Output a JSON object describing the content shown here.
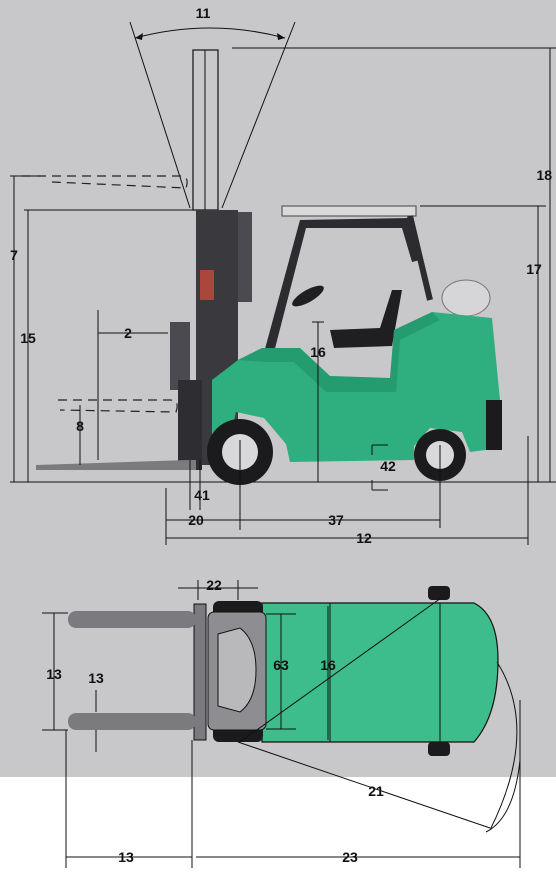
{
  "colors": {
    "upper_bg": "#c8c8ca",
    "lower_bg": "#ffffff",
    "body_green": "#2fae7f",
    "body_green_dark": "#1f8f66",
    "topview_green": "#3dbd8c",
    "mast_dark": "#3a3a3e",
    "fork_gray": "#7b7b7f",
    "tire_black": "#1b1b1d",
    "line": "#111111"
  },
  "side_view": {
    "labels": {
      "overall_height_extended": "18",
      "tilt_angle": "11",
      "overall_lowered_height": "7",
      "free_lift": "15",
      "overhead_guard_height": "17",
      "seat_height": "16",
      "load_center": "2",
      "fork_thickness": "8",
      "ground_clearance_mast": "41",
      "ground_clearance_frame": "42",
      "front_overhang": "20",
      "wheelbase": "37",
      "overall_length": "12"
    }
  },
  "top_view": {
    "labels": {
      "fork_spread": "13",
      "fork_width": "13",
      "tread": "63",
      "overall_width": "16",
      "front_tire_width": "22",
      "turning_radius": "21",
      "fork_length": "13",
      "length_to_fork_face": "23"
    }
  },
  "icons": {
    "side": "forklift-side-view",
    "top": "forklift-top-view"
  }
}
